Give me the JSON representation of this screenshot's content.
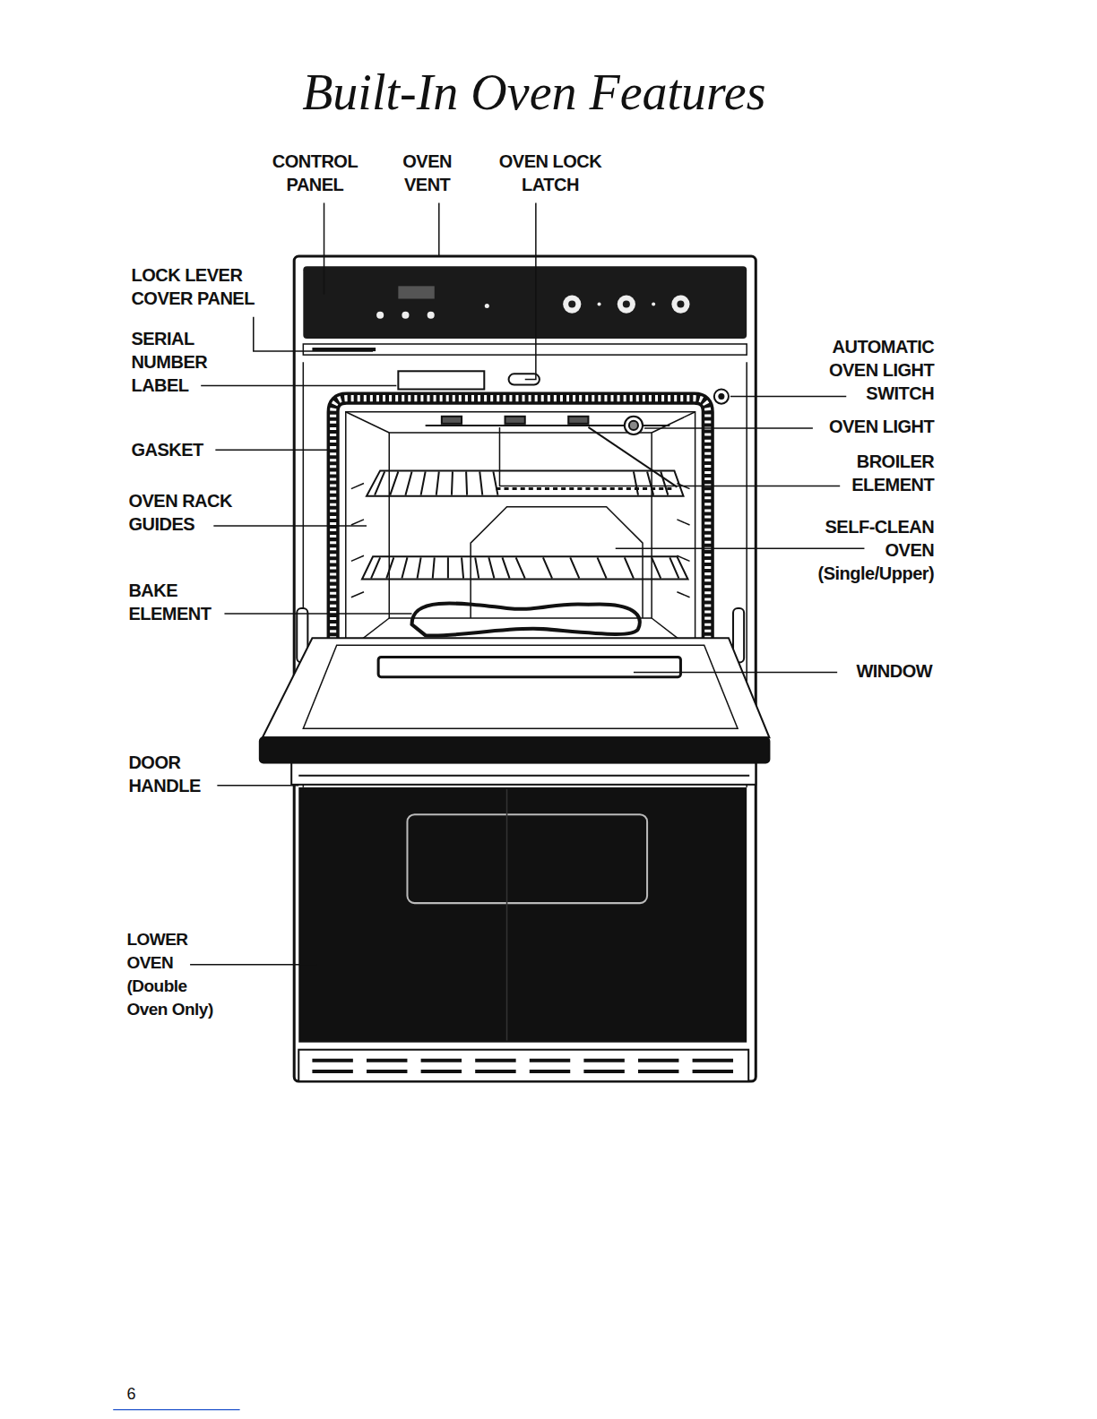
{
  "diagram": {
    "title": "Built-In Oven Features",
    "labels": [
      "CONTROL PANEL",
      "OVEN VENT",
      "OVEN LOCK LATCH",
      "LOCK LEVER COVER PANEL",
      "SERIAL NUMBER LABEL",
      "GASKET",
      "OVEN RACK GUIDES",
      "BAKE ELEMENT",
      "DOOR HANDLE",
      "LOWER OVEN (Double Oven Only)",
      "AUTOMATIC OVEN LIGHT SWITCH",
      "OVEN LIGHT",
      "BROILER ELEMENT",
      "SELF-CLEAN OVEN (Single/Upper)",
      "WINDOW",
      "6"
    ]
  }
}
